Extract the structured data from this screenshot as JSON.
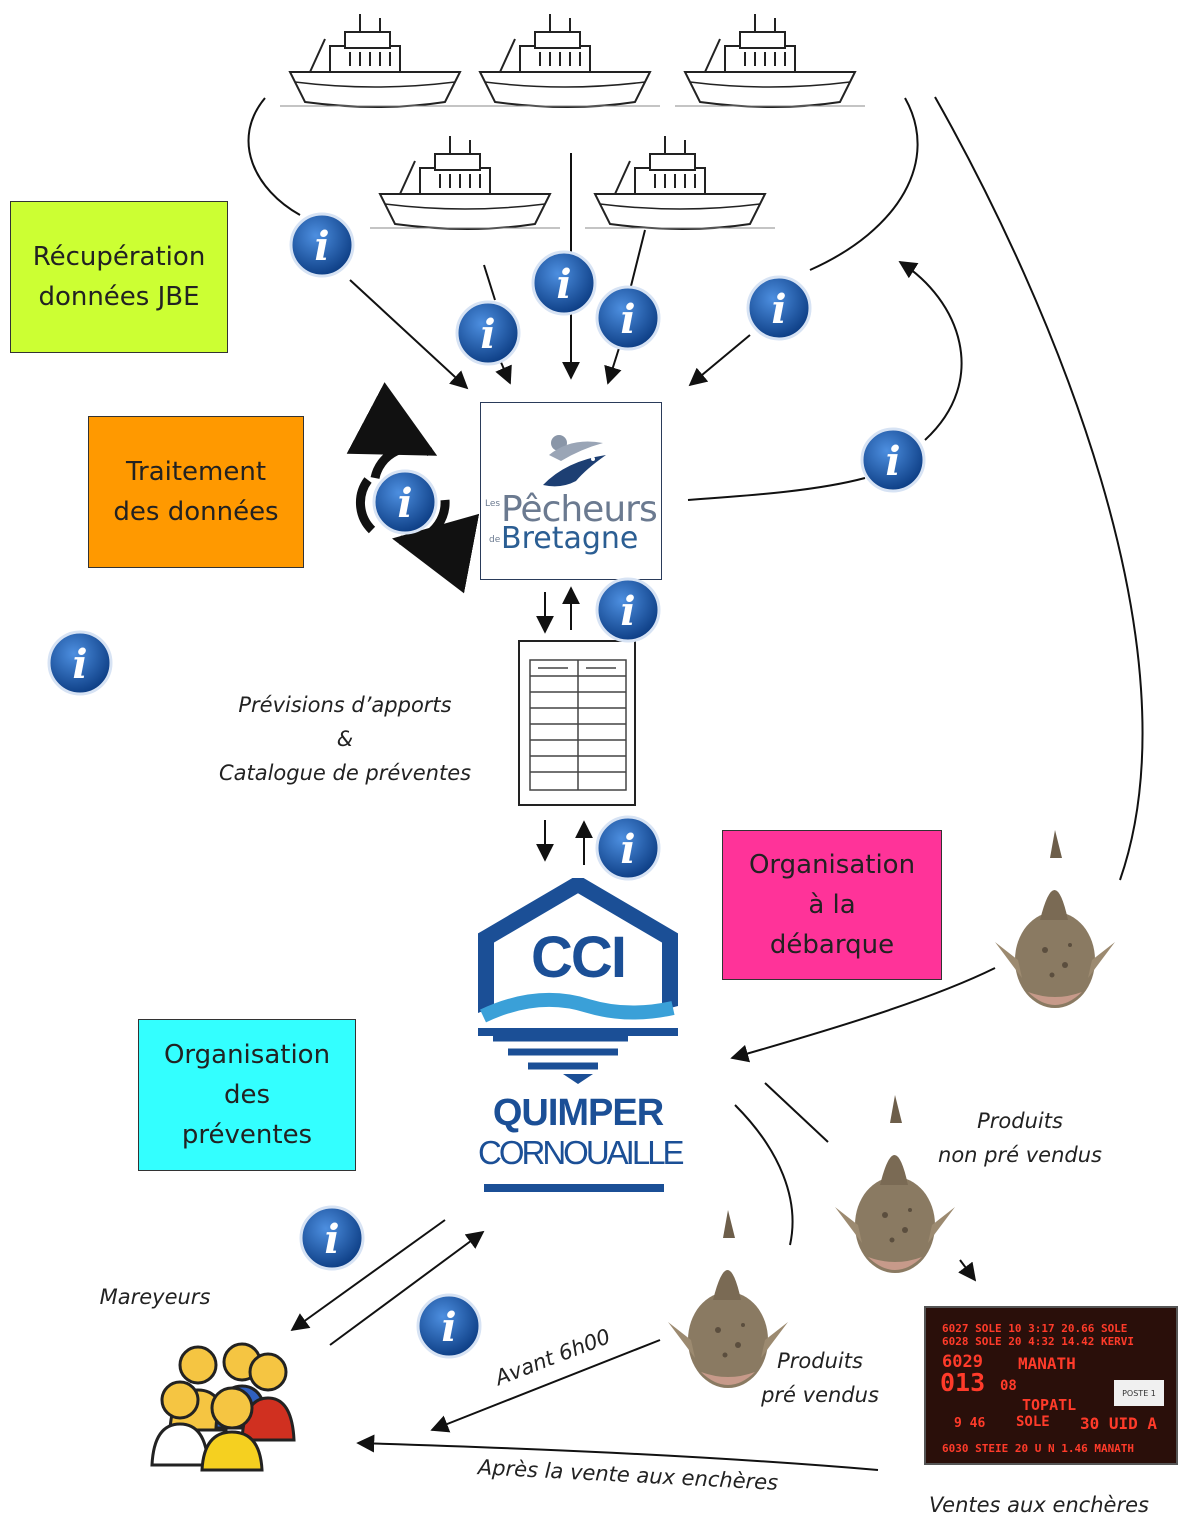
{
  "boxes": {
    "recuperation": {
      "label": "Récupération\ndonnées JBE",
      "color": "#ccff33"
    },
    "traitement": {
      "label": "Traitement\ndes données",
      "color": "#ff9900"
    },
    "debarque": {
      "label": "Organisation\nà la\ndébarque",
      "color": "#ff3399"
    },
    "preventes": {
      "label": "Organisation\ndes\npréventes",
      "color": "#33ffff"
    }
  },
  "captions": {
    "previsions": "Prévisions d’apports\n&\nCatalogue de préventes",
    "mareyeurs": "Mareyeurs",
    "non_pre_vendus": "Produits\nnon pré vendus",
    "pre_vendus": "Produits\npré vendus",
    "avant": "Avant 6h00",
    "apres": "Après la vente aux enchères",
    "ventes": "Ventes aux enchères"
  },
  "logos": {
    "pecheurs": {
      "prefix": "Les",
      "title": "Pêcheurs",
      "de": "de",
      "region": "Bretagne"
    },
    "cci": {
      "acronym": "CCI",
      "line1": "QUIMPER",
      "line2": "CORNOUAILLE"
    }
  },
  "info_icon_glyph": "i",
  "auction_board": {
    "row1": "6027 SOLE 10   3:17 20.66 SOLE",
    "row2": "6028 SOLE 20   4:32 14.42 KERVI",
    "lot": "6029",
    "buyer": "MANATH",
    "price": "013",
    "price_small": "08",
    "seller": "TOPATL",
    "fish": "SOLE",
    "weight": "9 46",
    "qty": "30 UID A",
    "poste": "POSTE 1",
    "bottom": "6030 STEIE 20 U N    1.46 MANATH"
  },
  "colors": {
    "info_blue": "#1f5fae",
    "arrow": "#111111",
    "cci_blue": "#1b4f96",
    "cci_wave": "#3aa0d8"
  }
}
